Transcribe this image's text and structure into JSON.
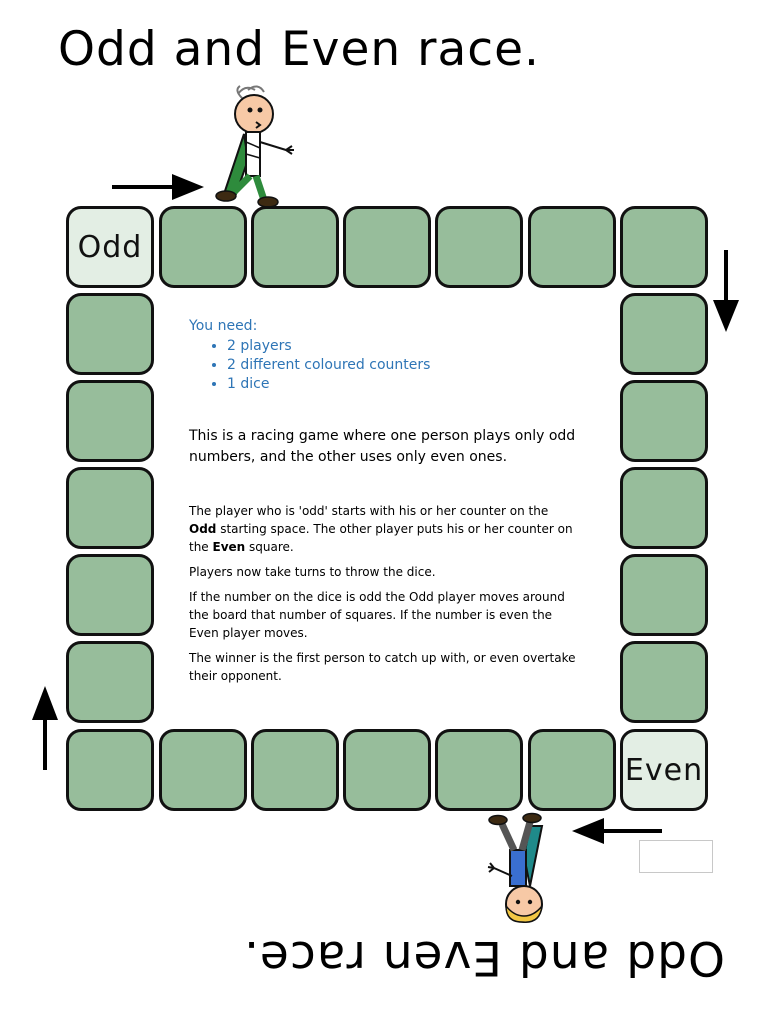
{
  "title": "Odd and Even race.",
  "title_flipped": "Odd and Even race.",
  "board": {
    "start_odd_label": "Odd",
    "start_even_label": "Even",
    "square_color": "#97bd9b",
    "start_color": "#e3eee4"
  },
  "instructions": {
    "need_heading": "You need:",
    "need_items": [
      "2 players",
      "2 different coloured counters",
      "1 dice"
    ],
    "intro": "This is a racing game where one person plays only odd numbers, and the other uses only even ones.",
    "rule1_a": "The player who is 'odd' starts with his or her counter on the ",
    "rule1_b": "Odd",
    "rule1_c": " starting space. The other player puts his or her counter on the ",
    "rule1_d": "Even",
    "rule1_e": " square.",
    "rule2": "Players now take turns to throw the dice.",
    "rule3": "If the number on the dice is odd the Odd player moves around the board that number of squares. If the number is even the Even player moves.",
    "rule4": "The winner is the first person to catch up with, or even overtake their opponent.",
    "accent_color": "#2e75b6"
  },
  "icons": [
    "arrow-right-icon",
    "arrow-down-icon",
    "arrow-left-icon",
    "arrow-up-icon",
    "green-runner-figure",
    "blue-runner-figure"
  ]
}
